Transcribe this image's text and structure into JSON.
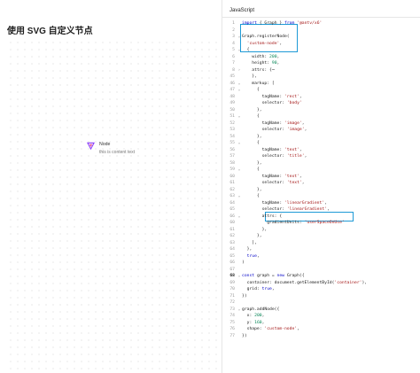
{
  "page_title": "使用 SVG 自定义节点",
  "node": {
    "label": "Node",
    "text": "this is content text",
    "icon": "triangle-logo-icon"
  },
  "editor": {
    "tab_label": "JavaScript",
    "active_line": "68",
    "lines": [
      {
        "n": "1",
        "fold": "",
        "tokens": [
          [
            "kw",
            "import "
          ],
          [
            "",
            "{ Graph } "
          ],
          [
            "kw",
            "from "
          ],
          [
            "str",
            "'@antv/x6'"
          ]
        ]
      },
      {
        "n": "2",
        "fold": "",
        "tokens": []
      },
      {
        "n": "3",
        "fold": "⌄",
        "tokens": [
          [
            "",
            "Graph.registerNode("
          ]
        ]
      },
      {
        "n": "4",
        "fold": "",
        "tokens": [
          [
            "",
            "  "
          ],
          [
            "str",
            "'custom-node'"
          ],
          [
            "",
            ","
          ]
        ]
      },
      {
        "n": "5",
        "fold": "⌄",
        "tokens": [
          [
            "",
            "  {"
          ]
        ]
      },
      {
        "n": "6",
        "fold": "",
        "tokens": [
          [
            "",
            "    width: "
          ],
          [
            "num",
            "200"
          ],
          [
            "",
            ","
          ]
        ]
      },
      {
        "n": "7",
        "fold": "",
        "tokens": [
          [
            "",
            "    height: "
          ],
          [
            "num",
            "90"
          ],
          [
            "",
            ","
          ]
        ]
      },
      {
        "n": "8",
        "fold": "›",
        "tokens": [
          [
            "",
            "    attrs: {⋯"
          ]
        ]
      },
      {
        "n": "45",
        "fold": "",
        "tokens": [
          [
            "",
            "    },"
          ]
        ]
      },
      {
        "n": "46",
        "fold": "⌄",
        "tokens": [
          [
            "",
            "    markup: ["
          ]
        ]
      },
      {
        "n": "47",
        "fold": "⌄",
        "tokens": [
          [
            "",
            "      {"
          ]
        ]
      },
      {
        "n": "48",
        "fold": "",
        "tokens": [
          [
            "",
            "        tagName: "
          ],
          [
            "str",
            "'rect'"
          ],
          [
            "",
            ","
          ]
        ]
      },
      {
        "n": "49",
        "fold": "",
        "tokens": [
          [
            "",
            "        selector: "
          ],
          [
            "str",
            "'body'"
          ]
        ]
      },
      {
        "n": "50",
        "fold": "",
        "tokens": [
          [
            "",
            "      },"
          ]
        ]
      },
      {
        "n": "51",
        "fold": "⌄",
        "tokens": [
          [
            "",
            "      {"
          ]
        ]
      },
      {
        "n": "52",
        "fold": "",
        "tokens": [
          [
            "",
            "        tagName: "
          ],
          [
            "str",
            "'image'"
          ],
          [
            "",
            ","
          ]
        ]
      },
      {
        "n": "53",
        "fold": "",
        "tokens": [
          [
            "",
            "        selector: "
          ],
          [
            "str",
            "'image'"
          ],
          [
            "",
            ","
          ]
        ]
      },
      {
        "n": "54",
        "fold": "",
        "tokens": [
          [
            "",
            "      },"
          ]
        ]
      },
      {
        "n": "55",
        "fold": "⌄",
        "tokens": [
          [
            "",
            "      {"
          ]
        ]
      },
      {
        "n": "56",
        "fold": "",
        "tokens": [
          [
            "",
            "        tagName: "
          ],
          [
            "str",
            "'text'"
          ],
          [
            "",
            ","
          ]
        ]
      },
      {
        "n": "57",
        "fold": "",
        "tokens": [
          [
            "",
            "        selector: "
          ],
          [
            "str",
            "'title'"
          ],
          [
            "",
            ","
          ]
        ]
      },
      {
        "n": "58",
        "fold": "",
        "tokens": [
          [
            "",
            "      },"
          ]
        ]
      },
      {
        "n": "59",
        "fold": "⌄",
        "tokens": [
          [
            "",
            "      {"
          ]
        ]
      },
      {
        "n": "60",
        "fold": "",
        "tokens": [
          [
            "",
            "        tagName: "
          ],
          [
            "str",
            "'text'"
          ],
          [
            "",
            ","
          ]
        ]
      },
      {
        "n": "61",
        "fold": "",
        "tokens": [
          [
            "",
            "        selector: "
          ],
          [
            "str",
            "'text'"
          ],
          [
            "",
            ","
          ]
        ]
      },
      {
        "n": "62",
        "fold": "",
        "tokens": [
          [
            "",
            "      },"
          ]
        ]
      },
      {
        "n": "63",
        "fold": "⌄",
        "tokens": [
          [
            "",
            "      {"
          ]
        ]
      },
      {
        "n": "64",
        "fold": "",
        "tokens": [
          [
            "",
            "        tagName: "
          ],
          [
            "str",
            "'linearGradient'"
          ],
          [
            "",
            ","
          ]
        ]
      },
      {
        "n": "65",
        "fold": "",
        "tokens": [
          [
            "",
            "        selector: "
          ],
          [
            "str",
            "'linearGradient'"
          ],
          [
            "",
            ","
          ]
        ]
      },
      {
        "n": "66",
        "fold": "⌄",
        "tokens": [
          [
            "",
            "        attrs: {"
          ]
        ]
      },
      {
        "n": "60",
        "fold": "",
        "tokens": [
          [
            "",
            "          gradientUnits: "
          ],
          [
            "str",
            "'userSpaceOnUse'"
          ]
        ]
      },
      {
        "n": "61",
        "fold": "",
        "tokens": [
          [
            "",
            "        },"
          ]
        ]
      },
      {
        "n": "62",
        "fold": "",
        "tokens": [
          [
            "",
            "      },"
          ]
        ]
      },
      {
        "n": "63",
        "fold": "",
        "tokens": [
          [
            "",
            "    ],"
          ]
        ]
      },
      {
        "n": "64",
        "fold": "",
        "tokens": [
          [
            "",
            "  },"
          ]
        ]
      },
      {
        "n": "65",
        "fold": "",
        "tokens": [
          [
            "",
            "  "
          ],
          [
            "kw",
            "true"
          ],
          [
            "",
            ","
          ]
        ]
      },
      {
        "n": "66",
        "fold": "",
        "tokens": [
          [
            "",
            ")"
          ]
        ]
      },
      {
        "n": "67",
        "fold": "",
        "tokens": []
      },
      {
        "n": "68",
        "fold": "⌄",
        "tokens": [
          [
            "kw",
            "const "
          ],
          [
            "",
            "graph = "
          ],
          [
            "kw",
            "new "
          ],
          [
            "",
            "Graph({"
          ]
        ]
      },
      {
        "n": "69",
        "fold": "",
        "tokens": [
          [
            "",
            "  container: document.getElementById("
          ],
          [
            "str",
            "'container'"
          ],
          [
            "",
            "),"
          ]
        ]
      },
      {
        "n": "70",
        "fold": "",
        "tokens": [
          [
            "",
            "  grid: "
          ],
          [
            "kw",
            "true"
          ],
          [
            "",
            ","
          ]
        ]
      },
      {
        "n": "71",
        "fold": "",
        "tokens": [
          [
            "",
            "})"
          ]
        ]
      },
      {
        "n": "72",
        "fold": "",
        "tokens": []
      },
      {
        "n": "73",
        "fold": "⌄",
        "tokens": [
          [
            "",
            "graph.addNode({"
          ]
        ]
      },
      {
        "n": "74",
        "fold": "",
        "tokens": [
          [
            "",
            "  x: "
          ],
          [
            "num",
            "200"
          ],
          [
            "",
            ","
          ]
        ]
      },
      {
        "n": "75",
        "fold": "",
        "tokens": [
          [
            "",
            "  y: "
          ],
          [
            "num",
            "160"
          ],
          [
            "",
            ","
          ]
        ]
      },
      {
        "n": "76",
        "fold": "",
        "tokens": [
          [
            "",
            "  shape: "
          ],
          [
            "str",
            "'custom-node'"
          ],
          [
            "",
            ","
          ]
        ]
      },
      {
        "n": "77",
        "fold": "",
        "tokens": [
          [
            "",
            "})"
          ]
        ]
      }
    ]
  },
  "colors": {
    "highlight": "#1e9ad6",
    "keyword": "#0000c8",
    "string": "#a31515",
    "number": "#098658",
    "node_icon": "#8a3ffc"
  }
}
